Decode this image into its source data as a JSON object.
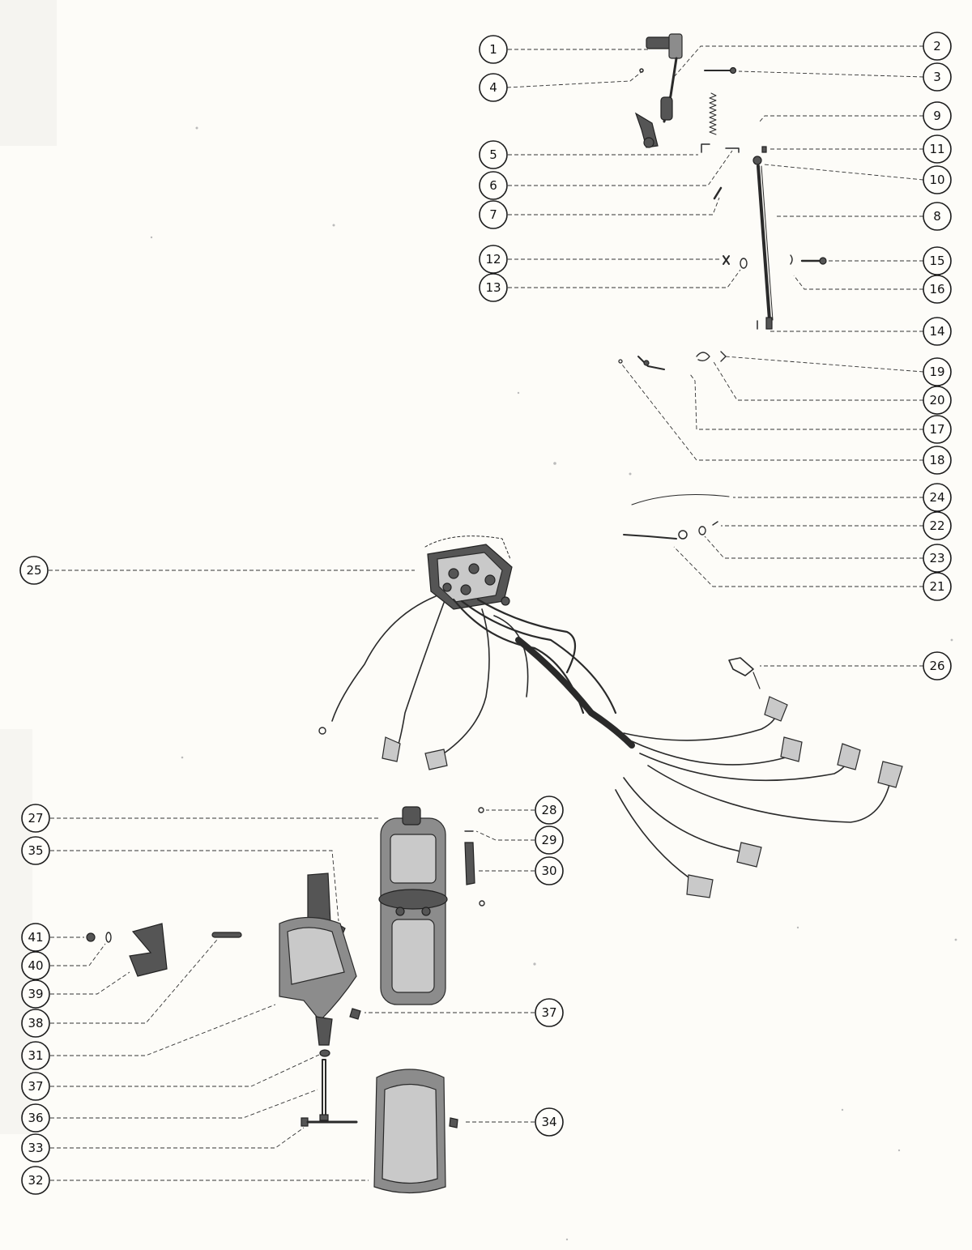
{
  "callouts": [
    {
      "label": "1"
    },
    {
      "label": "2"
    },
    {
      "label": "3"
    },
    {
      "label": "4"
    },
    {
      "label": "5"
    },
    {
      "label": "6"
    },
    {
      "label": "7"
    },
    {
      "label": "8"
    },
    {
      "label": "9"
    },
    {
      "label": "10"
    },
    {
      "label": "11"
    },
    {
      "label": "12"
    },
    {
      "label": "13"
    },
    {
      "label": "14"
    },
    {
      "label": "15"
    },
    {
      "label": "16"
    },
    {
      "label": "17"
    },
    {
      "label": "18"
    },
    {
      "label": "19"
    },
    {
      "label": "20"
    },
    {
      "label": "21"
    },
    {
      "label": "22"
    },
    {
      "label": "23"
    },
    {
      "label": "24"
    },
    {
      "label": "25"
    },
    {
      "label": "26"
    },
    {
      "label": "27"
    },
    {
      "label": "28"
    },
    {
      "label": "29"
    },
    {
      "label": "30"
    },
    {
      "label": "35"
    },
    {
      "label": "41"
    },
    {
      "label": "40"
    },
    {
      "label": "39"
    },
    {
      "label": "38"
    },
    {
      "label": "37"
    },
    {
      "label": "31"
    },
    {
      "label": "37"
    },
    {
      "label": "36"
    },
    {
      "label": "34"
    },
    {
      "label": "33"
    },
    {
      "label": "32"
    }
  ]
}
